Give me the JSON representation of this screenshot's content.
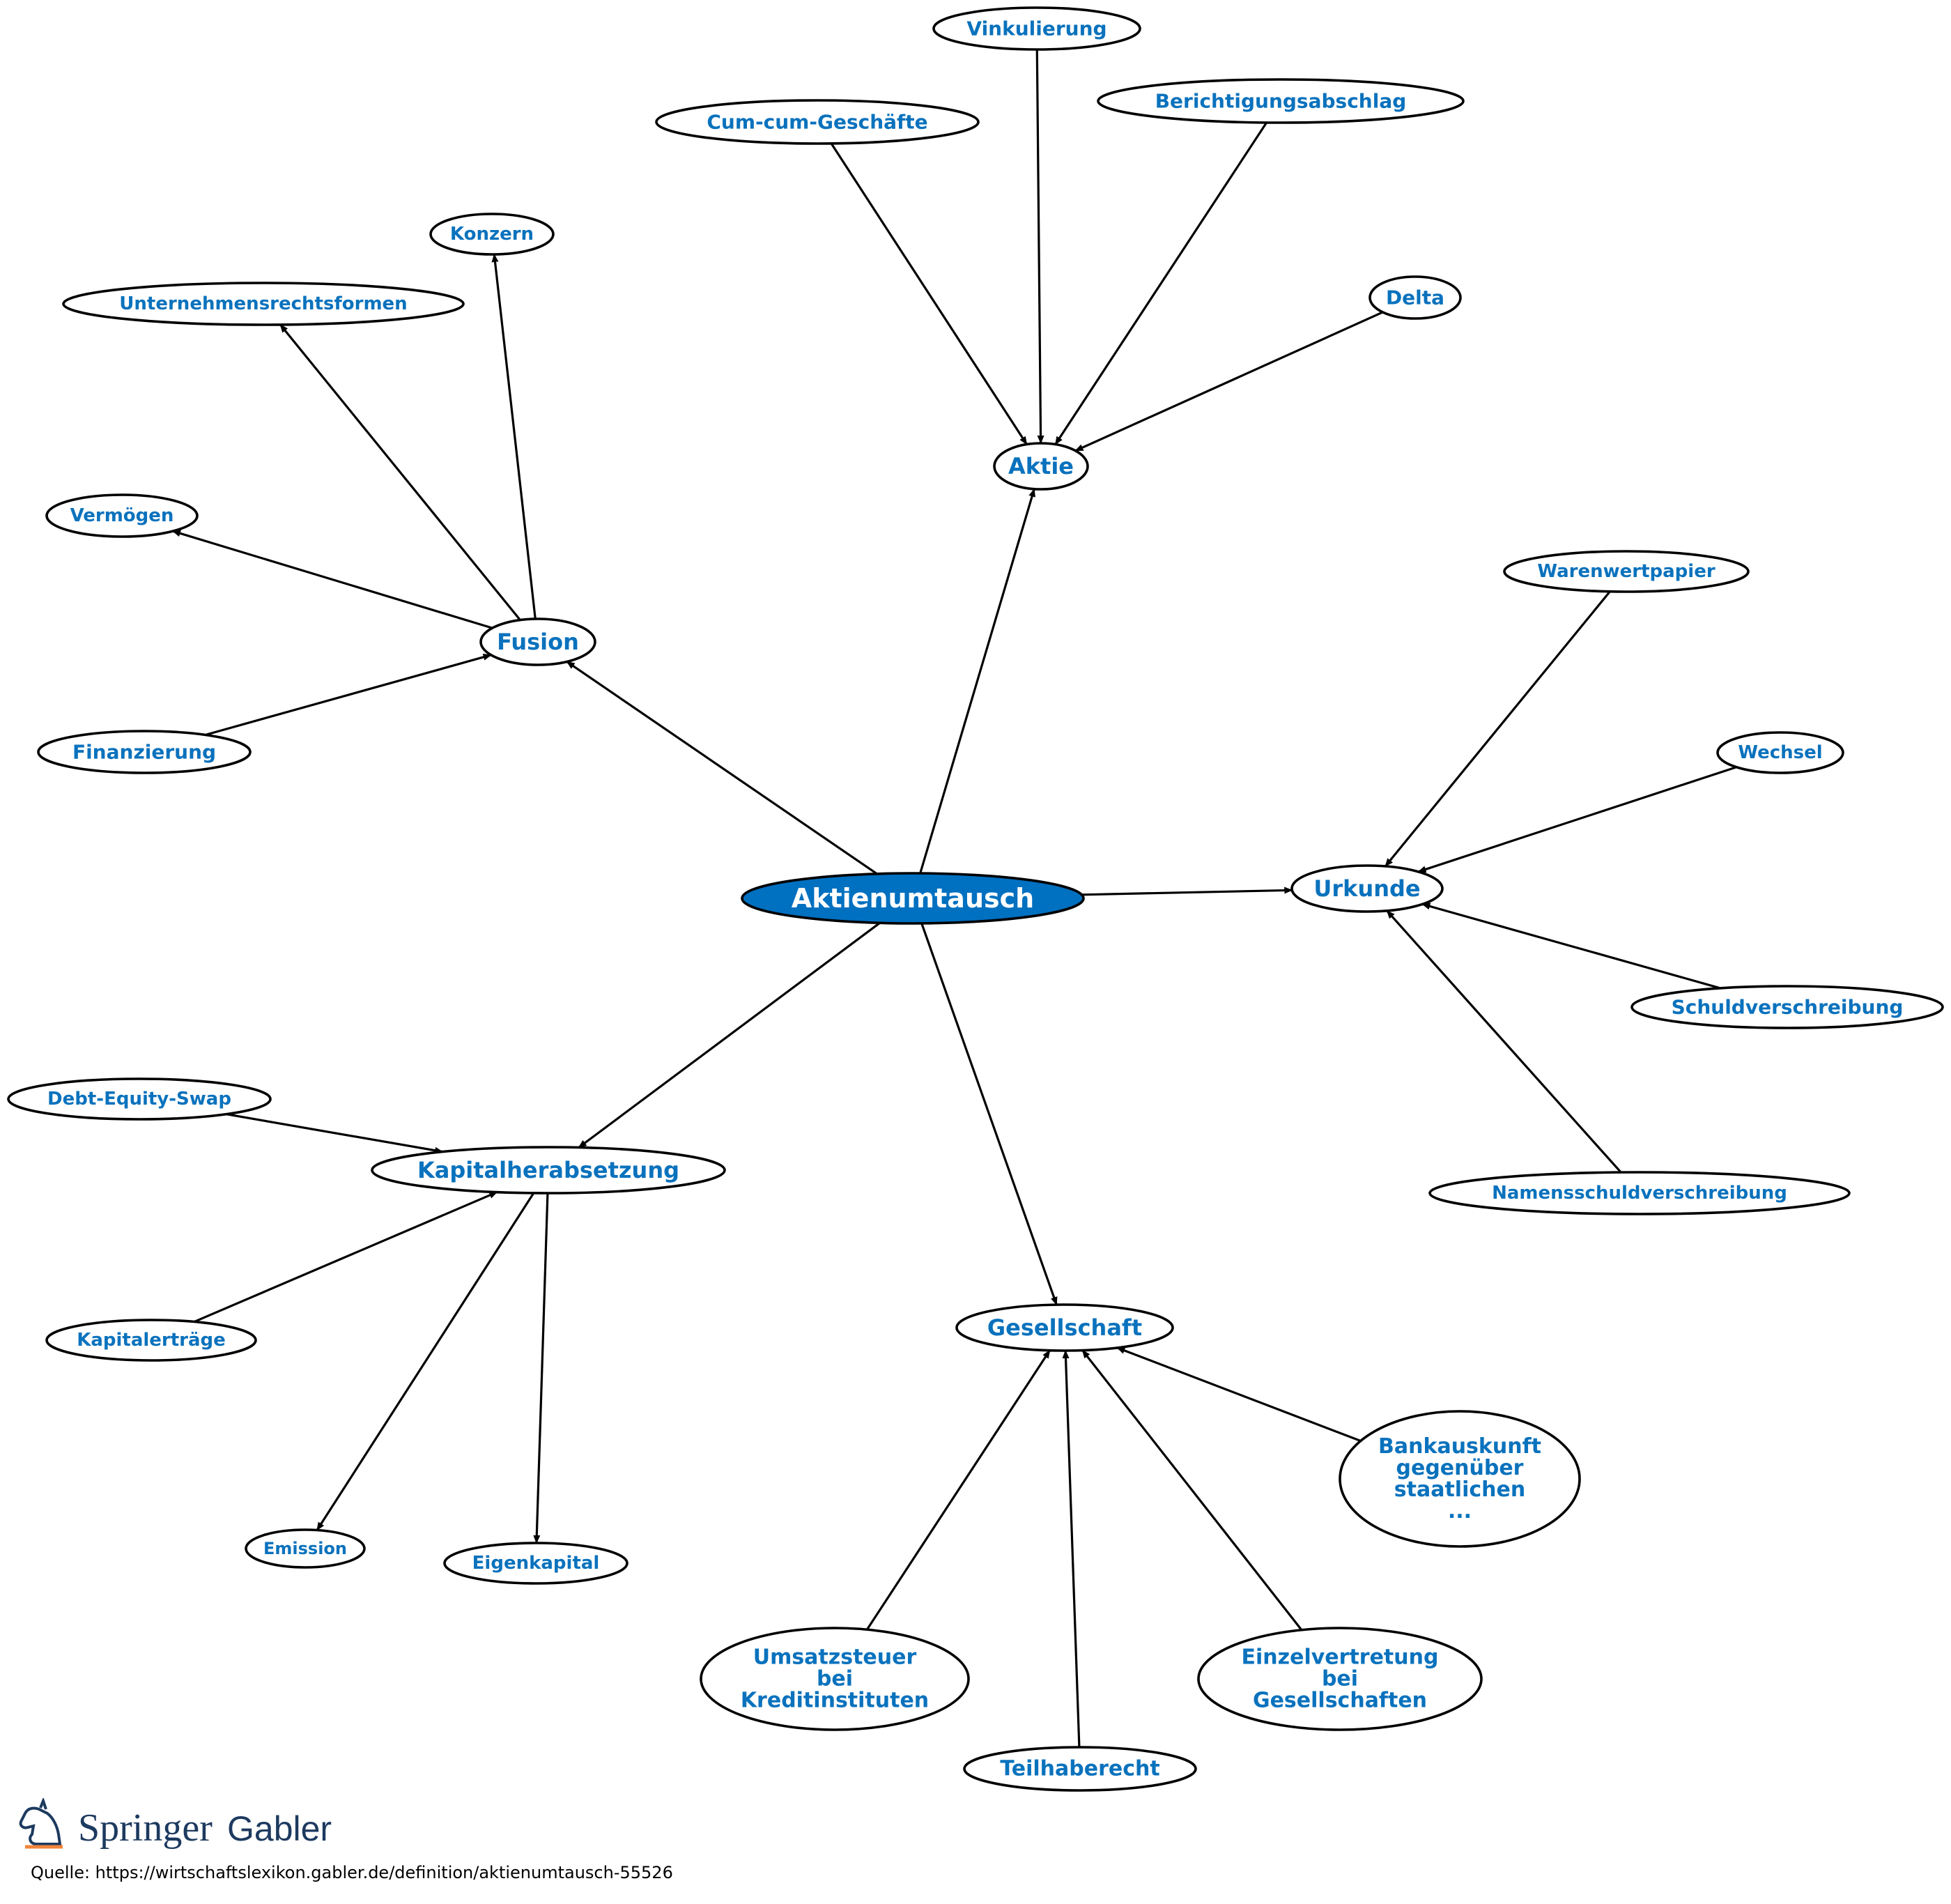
{
  "diagram": {
    "center": "Aktienumtausch",
    "nodes": {
      "aktie": "Aktie",
      "vinkulierung": "Vinkulierung",
      "cum_cum": "Cum-cum-Geschäfte",
      "berichtigungsabschlag": "Berichtigungsabschlag",
      "delta": "Delta",
      "fusion": "Fusion",
      "konzern": "Konzern",
      "unternehmensrechtsformen": "Unternehmensrechtsformen",
      "vermoegen": "Vermögen",
      "finanzierung": "Finanzierung",
      "urkunde": "Urkunde",
      "warenwertpapier": "Warenwertpapier",
      "wechsel": "Wechsel",
      "schuldverschreibung": "Schuldverschreibung",
      "namensschuldverschreibung": "Namensschuldverschreibung",
      "kapitalherabsetzung": "Kapitalherabsetzung",
      "debt_equity_swap": "Debt-Equity-Swap",
      "kapitalertraege": "Kapitalerträge",
      "emission": "Emission",
      "eigenkapital": "Eigenkapital",
      "gesellschaft": "Gesellschaft",
      "bankauskunft": [
        "Bankauskunft",
        "gegenüber",
        "staatlichen",
        "..."
      ],
      "umsatzsteuer": [
        "Umsatzsteuer",
        "bei",
        "Kreditinstituten"
      ],
      "teilhaberecht": "Teilhaberecht",
      "einzelvertretung": [
        "Einzelvertretung",
        "bei",
        "Gesellschaften"
      ]
    },
    "edges": [
      [
        "center",
        "aktie"
      ],
      [
        "center",
        "fusion"
      ],
      [
        "center",
        "urkunde"
      ],
      [
        "center",
        "kapitalherabsetzung"
      ],
      [
        "center",
        "gesellschaft"
      ],
      [
        "cum_cum",
        "aktie"
      ],
      [
        "vinkulierung",
        "aktie"
      ],
      [
        "berichtigungsabschlag",
        "aktie"
      ],
      [
        "delta",
        "aktie"
      ],
      [
        "fusion",
        "konzern"
      ],
      [
        "fusion",
        "unternehmensrechtsformen"
      ],
      [
        "fusion",
        "vermoegen"
      ],
      [
        "finanzierung",
        "fusion"
      ],
      [
        "warenwertpapier",
        "urkunde"
      ],
      [
        "wechsel",
        "urkunde"
      ],
      [
        "schuldverschreibung",
        "urkunde"
      ],
      [
        "namensschuldverschreibung",
        "urkunde"
      ],
      [
        "debt_equity_swap",
        "kapitalherabsetzung"
      ],
      [
        "kapitalertraege",
        "kapitalherabsetzung"
      ],
      [
        "kapitalherabsetzung",
        "emission"
      ],
      [
        "kapitalherabsetzung",
        "eigenkapital"
      ],
      [
        "bankauskunft",
        "gesellschaft"
      ],
      [
        "umsatzsteuer",
        "gesellschaft"
      ],
      [
        "teilhaberecht",
        "gesellschaft"
      ],
      [
        "einzelvertretung",
        "gesellschaft"
      ]
    ]
  },
  "colors": {
    "label": "#0a72bd",
    "center_fill": "#0070c0",
    "center_label": "#ffffff",
    "logo": "#1d3a5f",
    "logo_accent": "#f0843c"
  },
  "logo": {
    "springer": "Springer",
    "gabler": "Gabler"
  },
  "source": "Quelle: https://wirtschaftslexikon.gabler.de/definition/aktienumtausch-55526"
}
